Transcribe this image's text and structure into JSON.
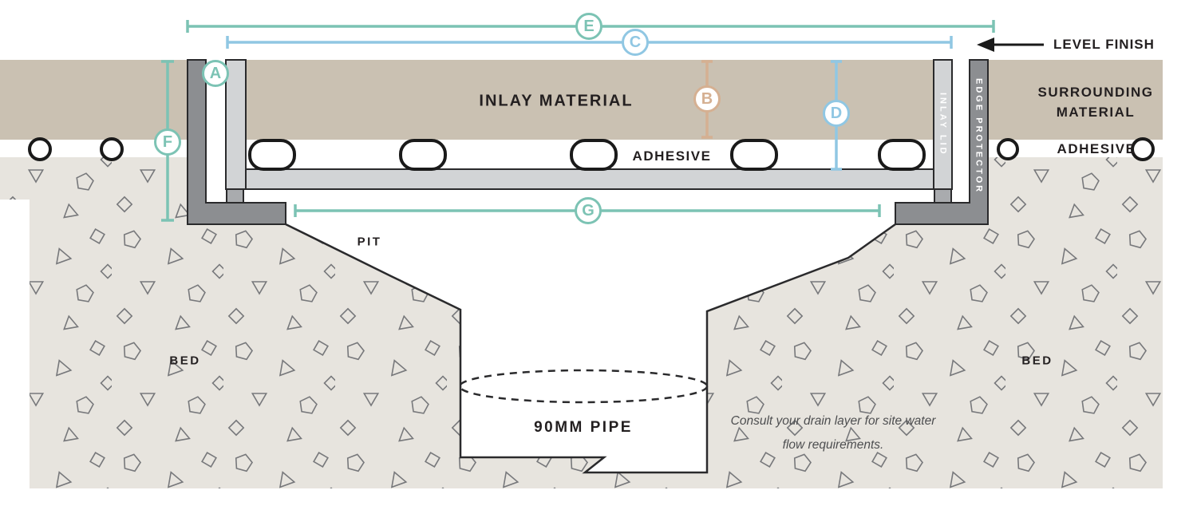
{
  "diagram": {
    "labels": {
      "inlay_material": "INLAY MATERIAL",
      "adhesive_left": "ADHESIVE",
      "adhesive_right": "ADHESIVE",
      "level_finish": "LEVEL FINISH",
      "inlay_lid": "INLAY LID",
      "edge_protector": "EDGE PROTECTOR",
      "pit": "PIT",
      "bed_left": "BED",
      "bed_right": "BED",
      "pipe": "90MM PIPE"
    },
    "surrounding": {
      "line1": "SURROUNDING",
      "line2": "MATERIAL"
    },
    "note": {
      "line1": "Consult your drain layer for site water",
      "line2": "flow requirements."
    },
    "markers": {
      "a": "A",
      "b": "B",
      "c": "C",
      "d": "D",
      "e": "E",
      "f": "F",
      "g": "G"
    }
  },
  "colors": {
    "teal": "#7cc3b4",
    "blue": "#90c7e3",
    "tan_line": "#d5b092",
    "material_tan": "#cac1b2",
    "bed": "#e7e4de",
    "shape_outline": "#77787b",
    "lid_gray": "#d2d4d6",
    "protector_gray": "#8c8e91",
    "block_gray": "#a9abae",
    "text_black": "#231f20"
  }
}
